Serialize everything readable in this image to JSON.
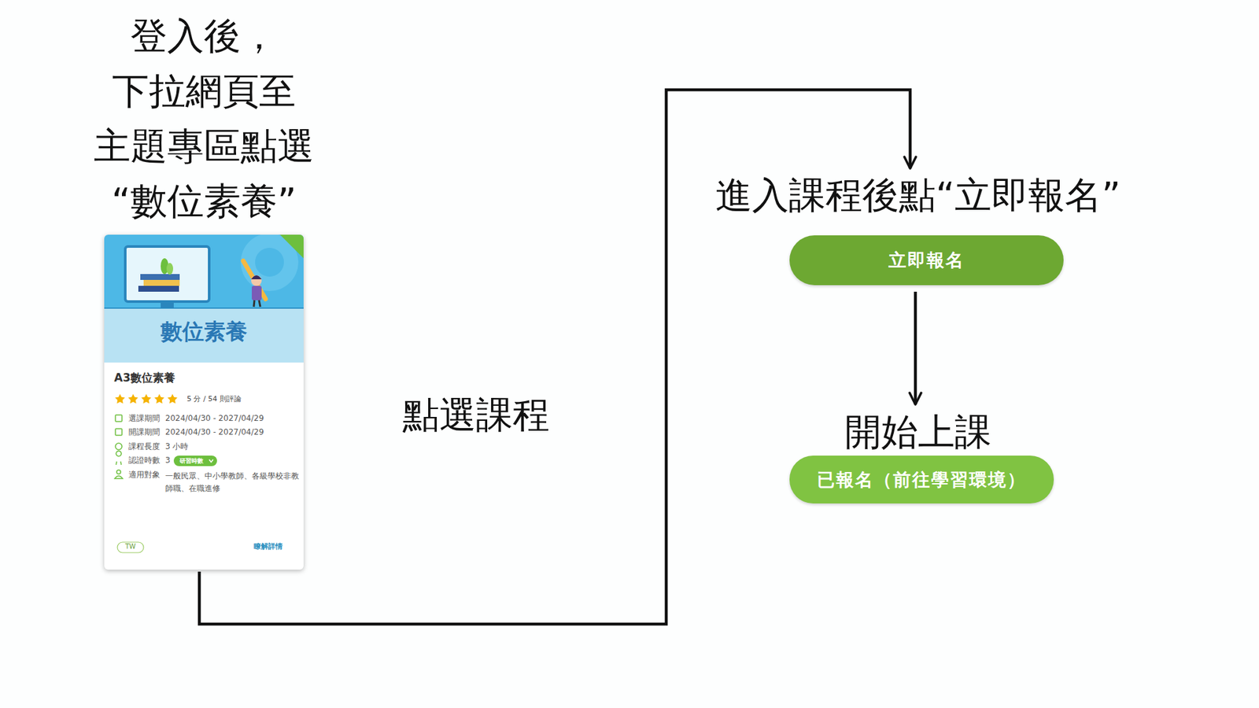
{
  "diagram": {
    "nodes": [
      {
        "text": [
          "登入後， 下拉網頁至 主題專區點選 “數位素養”",
          "數位素養",
          "A3數位素養",
          "5 分 / 54 則評論",
          "選課期間",
          "2024/04/30 - 2027/04/29",
          "開課期間",
          "2024/04/30 - 2027/04/29",
          "課程長度",
          "3 小時",
          "認證時數",
          "3",
          "研習時數",
          "適用對象",
          "一般民眾、中小學教師、各級學校非教師職、在職進修",
          "TW",
          "瞭解詳情"
        ]
      },
      {
        "text": [
          "進入課程後點“立即報名”",
          "立即報名"
        ]
      },
      {
        "text": [
          "開始上課",
          "已報名（前往學習環境）"
        ]
      }
    ],
    "edges": [
      {
        "from": 0,
        "to": 1,
        "arrow": "to",
        "label": "點選課程"
      },
      {
        "from": 1,
        "to": 2,
        "arrow": "to"
      }
    ]
  }
}
